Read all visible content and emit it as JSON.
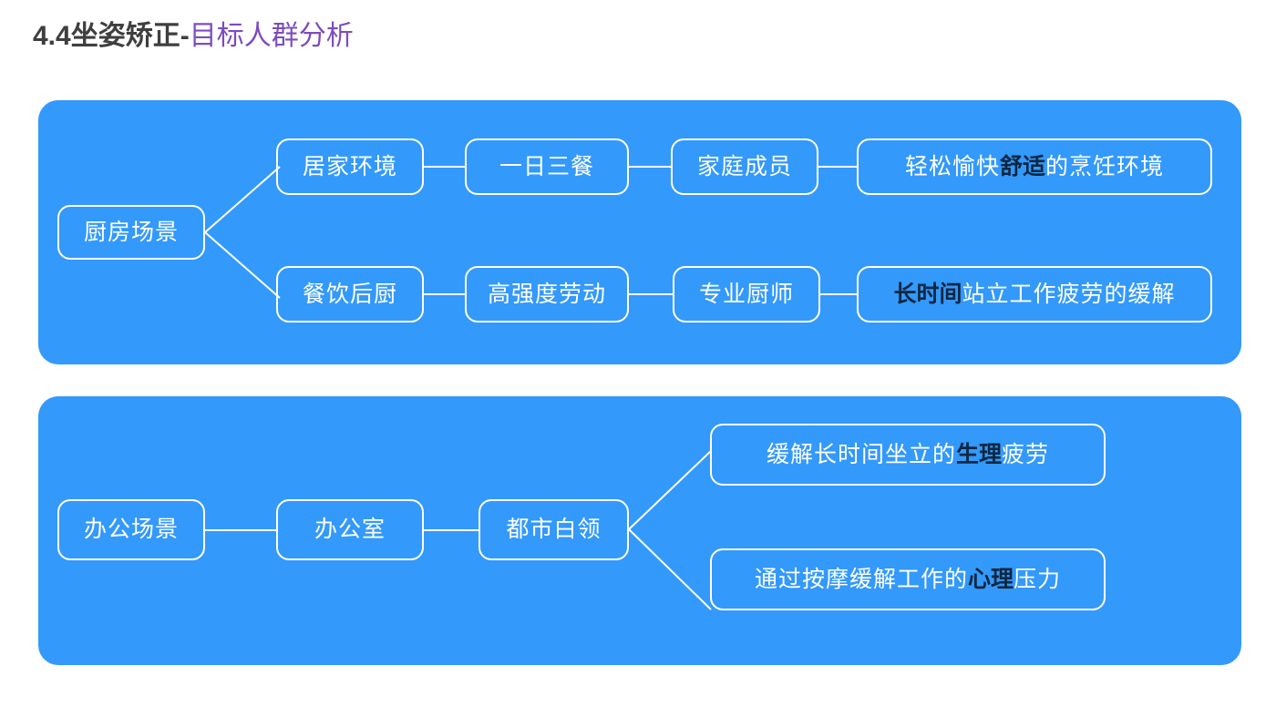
{
  "title": {
    "main": "4.4坐姿矫正-",
    "sub": "目标人群分析",
    "main_color": "#3f3f3f",
    "sub_color": "#7d4cbd"
  },
  "theme": {
    "panel_background": "#3399fb",
    "node_border": "#ffffff",
    "node_text": "#ffffff",
    "emphasis_text": "#0d2742",
    "page_background": "#ffffff"
  },
  "panels": [
    {
      "id": "kitchen-scene",
      "root": "厨房场景",
      "branches": [
        {
          "id": "home",
          "nodes": [
            "居家环境",
            "一日三餐",
            "家庭成员"
          ],
          "outcome": {
            "full": "轻松愉快舒适的烹饪环境",
            "parts": [
              {
                "text": "轻松愉快",
                "emphasis": false
              },
              {
                "text": "舒适",
                "emphasis": true
              },
              {
                "text": "的烹饪环境",
                "emphasis": false
              }
            ]
          }
        },
        {
          "id": "restaurant",
          "nodes": [
            "餐饮后厨",
            "高强度劳动",
            "专业厨师"
          ],
          "outcome": {
            "full": "长时间站立工作疲劳的缓解",
            "parts": [
              {
                "text": "长时间",
                "emphasis": true
              },
              {
                "text": "站立工作疲劳的缓解",
                "emphasis": false
              }
            ]
          }
        }
      ]
    },
    {
      "id": "office-scene",
      "root": "办公场景",
      "chain": [
        "办公室",
        "都市白领"
      ],
      "outcomes": [
        {
          "id": "physical",
          "full": "缓解长时间坐立的生理疲劳",
          "parts": [
            {
              "text": "缓解长时间坐立的",
              "emphasis": false
            },
            {
              "text": "生理",
              "emphasis": true
            },
            {
              "text": "疲劳",
              "emphasis": false
            }
          ]
        },
        {
          "id": "psychological",
          "full": "通过按摩缓解工作的心理压力",
          "parts": [
            {
              "text": "通过按摩缓解工作的",
              "emphasis": false
            },
            {
              "text": "心理",
              "emphasis": true
            },
            {
              "text": "压力",
              "emphasis": false
            }
          ]
        }
      ]
    }
  ]
}
